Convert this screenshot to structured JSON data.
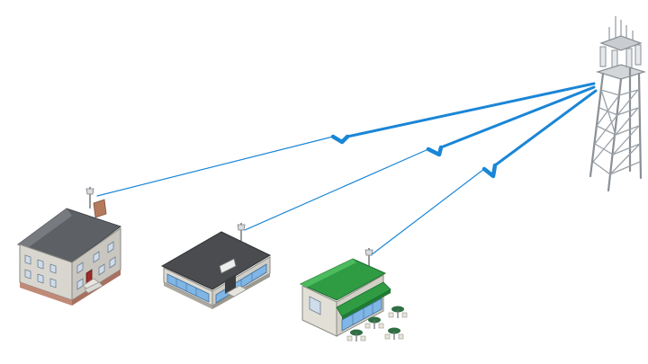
{
  "diagram": {
    "background_color": "#ffffff",
    "tower": {
      "icon": "cell-tower-icon",
      "color": "#8a9096"
    },
    "links": [
      {
        "from": "cell-tower",
        "to": "two-story-house",
        "color": "#1a86d6"
      },
      {
        "from": "cell-tower",
        "to": "office-building",
        "color": "#1a86d6"
      },
      {
        "from": "cell-tower",
        "to": "cafe",
        "color": "#1a86d6"
      }
    ],
    "buildings": [
      {
        "id": "two-story-house",
        "icon": "house-icon",
        "wall_color": "#d8d6cf",
        "roof_color": "#5d6166",
        "door_color": "#a02a2a"
      },
      {
        "id": "office-building",
        "icon": "office-building-icon",
        "wall_color": "#dcdad3",
        "roof_color": "#4a4c4f",
        "window_color": "#7fb6e6"
      },
      {
        "id": "cafe",
        "icon": "cafe-icon",
        "wall_color": "#e2e0d6",
        "roof_color": "#2f9c44",
        "awning_color": "#2f9c44",
        "table_color": "#2f6f43"
      }
    ]
  }
}
